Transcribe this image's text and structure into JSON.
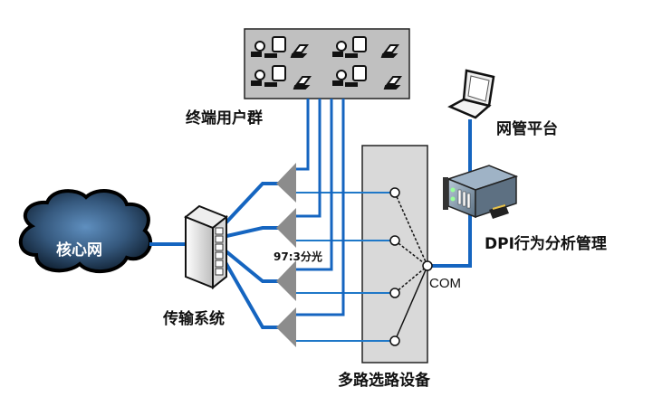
{
  "labels": {
    "terminal_group": "终端用户群",
    "core_network": "核心网",
    "transmission_system": "传输系统",
    "splitter_ratio": "97:3分光",
    "multiplexer": "多路选路设备",
    "com_port": "COM",
    "nms_platform": "网管平台",
    "dpi_management": "DPI行为分析管理"
  },
  "colors": {
    "link_blue": "#1565c0",
    "splitter_gray": "#8c8c8c",
    "panel_gray": "#d9d9d9",
    "cloud_dark": "#1f3550"
  }
}
